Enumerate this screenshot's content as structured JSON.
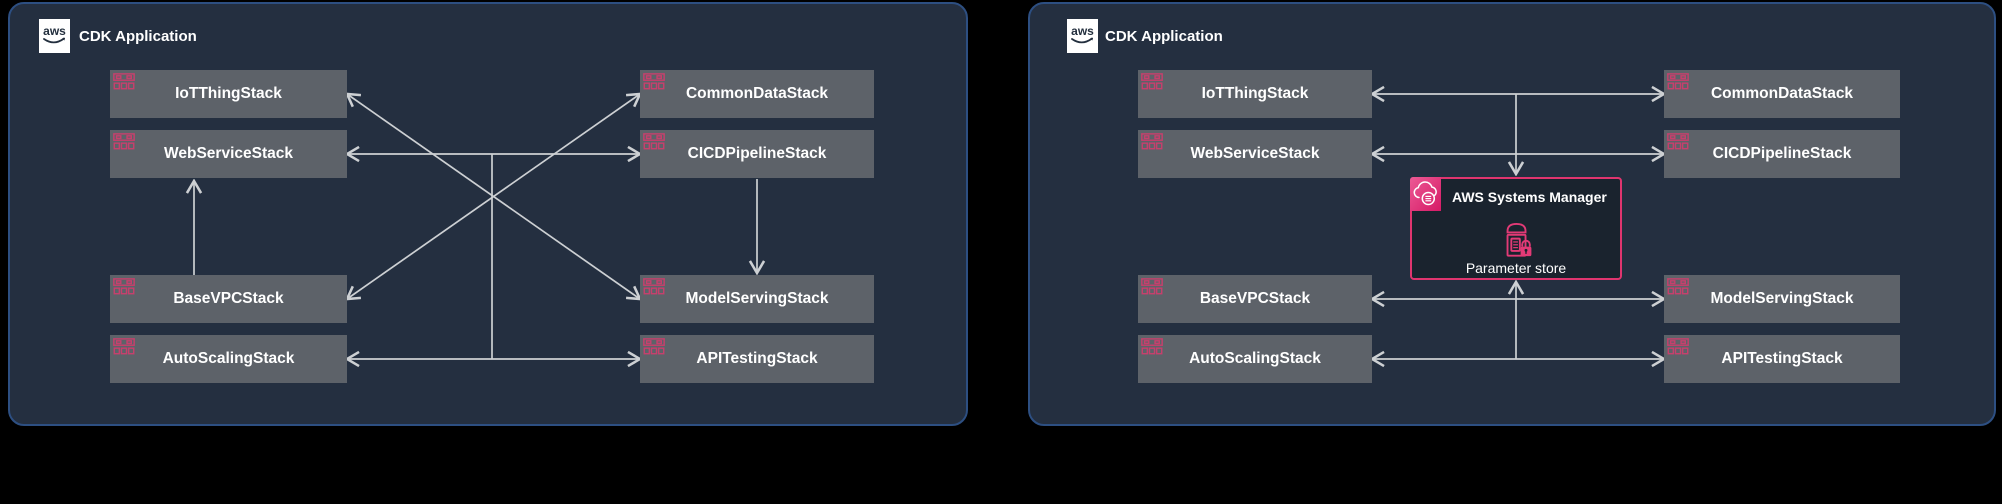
{
  "colors": {
    "background": "#000000",
    "panel_fill": "#242f40",
    "panel_border_blue": "#2d4f82",
    "container_fill": "#1a232e",
    "container_border": "#d5d8da",
    "stack_fill": "#5d6269",
    "stack_icon_pink": "#c6406d",
    "ssm_pink": "#e0356f",
    "edge_gray": "#cdd0d3",
    "text_white": "#ffffff"
  },
  "logo_text": "aws",
  "panels": [
    {
      "title": "CDK Application",
      "stacks": {
        "left": [
          "IoTThingStack",
          "WebServiceStack",
          "BaseVPCStack",
          "AutoScalingStack"
        ],
        "right": [
          "CommonDataStack",
          "CICDPipelineStack",
          "ModelServingStack",
          "APITestingStack"
        ]
      },
      "edges": [
        {
          "from": "WebServiceStack",
          "to": "CICDPipelineStack",
          "direction": "bidirectional"
        },
        {
          "from": "AutoScalingStack",
          "to": "APITestingStack",
          "direction": "bidirectional"
        },
        {
          "from": "IoTThingStack",
          "to": "ModelServingStack",
          "direction": "bidirectional"
        },
        {
          "from": "BaseVPCStack",
          "to": "CommonDataStack",
          "direction": "bidirectional"
        },
        {
          "from": "BaseVPCStack",
          "to": "WebServiceStack",
          "direction": "one-way"
        },
        {
          "from": "CICDPipelineStack",
          "to": "ModelServingStack",
          "direction": "one-way"
        },
        {
          "from": "WebServiceStack-CICDPipelineStack link",
          "to": "AutoScalingStack-APITestingStack link",
          "direction": "plain-line"
        }
      ]
    },
    {
      "title": "CDK Application",
      "stacks": {
        "left": [
          "IoTThingStack",
          "WebServiceStack",
          "BaseVPCStack",
          "AutoScalingStack"
        ],
        "right": [
          "CommonDataStack",
          "CICDPipelineStack",
          "ModelServingStack",
          "APITestingStack"
        ]
      },
      "ssm": {
        "title": "AWS Systems Manager",
        "label": "Parameter store"
      },
      "edges": [
        {
          "from": "IoTThingStack",
          "to": "CommonDataStack",
          "direction": "bidirectional"
        },
        {
          "from": "WebServiceStack",
          "to": "CICDPipelineStack",
          "direction": "bidirectional"
        },
        {
          "from": "BaseVPCStack",
          "to": "ModelServingStack",
          "direction": "bidirectional"
        },
        {
          "from": "AutoScalingStack",
          "to": "APITestingStack",
          "direction": "bidirectional"
        },
        {
          "from": "IoTThingStack-CommonDataStack link",
          "to": "AWS Systems Manager",
          "direction": "one-way"
        },
        {
          "from": "AutoScalingStack-APITestingStack link",
          "to": "AWS Systems Manager",
          "direction": "one-way"
        }
      ]
    }
  ]
}
